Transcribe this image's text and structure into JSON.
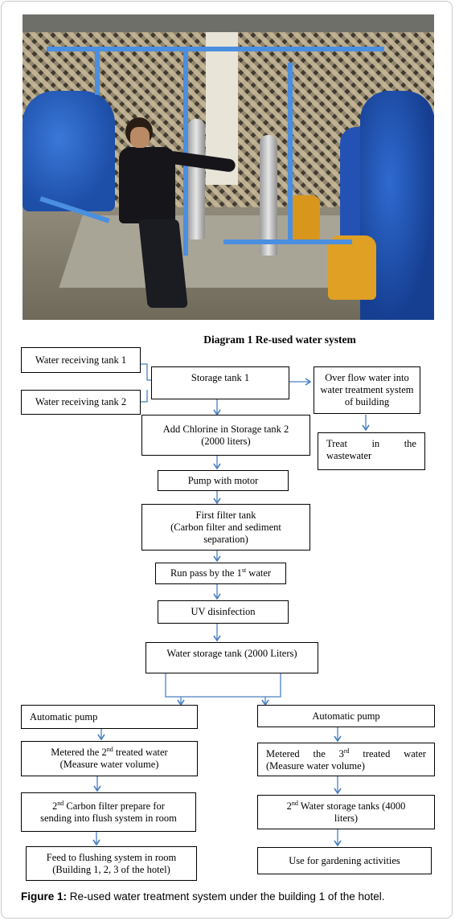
{
  "diagram_title": "Diagram 1 Re-used water system",
  "boxes": {
    "receiving1": "Water receiving tank 1",
    "receiving2": "Water receiving tank 2",
    "storage1": "Storage tank 1",
    "overflow": "Over flow water into water treatment system of building",
    "treat_a": "Treat",
    "treat_b": "in",
    "treat_c": "the",
    "treat_d": "wastewater",
    "chlorine_1": "Add Chlorine in Storage tank 2",
    "chlorine_2": "(2000 liters)",
    "pump": "Pump with motor",
    "filter_1": "First filter tank",
    "filter_2": "(Carbon filter and sediment",
    "filter_3": "separation)",
    "runpass_pre": "Run pass by the 1",
    "runpass_sup": "st",
    "runpass_post": " water",
    "uv": "UV disinfection",
    "water_storage": "Water storage tank (2000 Liters)",
    "auto_pump_left": "Automatic pump",
    "auto_pump_right": "Automatic pump",
    "metered2_pre": "Metered the 2",
    "metered2_sup": "nd",
    "metered2_post": " treated water",
    "metered2_line2": "(Measure water volume)",
    "metered3_a": "Metered",
    "metered3_b": "the",
    "metered3_c_pre": "3",
    "metered3_c_sup": "rd",
    "metered3_d": "treated",
    "metered3_e": "water",
    "metered3_line2": "(Measure water volume)",
    "carbon2_pre": "2",
    "carbon2_sup": "nd",
    "carbon2_post": " Carbon filter prepare for",
    "carbon2_line2": "sending into flush system in room",
    "tanks2_pre": "2",
    "tanks2_sup": "nd",
    "tanks2_post": " Water storage tanks (4000",
    "tanks2_line2": "liters)",
    "feed_1": "Feed to flushing system in room",
    "feed_2": "(Building 1, 2, 3 of the hotel)",
    "garden": "Use for gardening activities"
  },
  "caption": {
    "label": "Figure 1:",
    "text": " Re-used water treatment system under the building 1 of the hotel."
  },
  "colors": {
    "arrow": "#4a7fc1",
    "box_border": "#000000"
  }
}
